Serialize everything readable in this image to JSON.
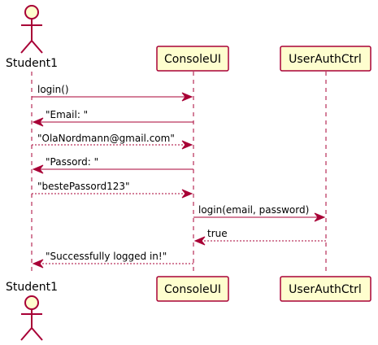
{
  "participants": {
    "student": "Student1",
    "console": "ConsoleUI",
    "auth": "UserAuthCtrl"
  },
  "messages": [
    {
      "text": "login()",
      "from": "student",
      "to": "console",
      "style": "solid"
    },
    {
      "text": "\"Email: \"",
      "from": "console",
      "to": "student",
      "style": "solid"
    },
    {
      "text": "\"OlaNordmann@gmail.com\"",
      "from": "student",
      "to": "console",
      "style": "dashed"
    },
    {
      "text": "\"Passord: \"",
      "from": "console",
      "to": "student",
      "style": "solid"
    },
    {
      "text": "\"bestePassord123\"",
      "from": "student",
      "to": "console",
      "style": "dashed"
    },
    {
      "text": "login(email, password)",
      "from": "console",
      "to": "auth",
      "style": "solid"
    },
    {
      "text": "true",
      "from": "auth",
      "to": "console",
      "style": "dashed"
    },
    {
      "text": "\"Successfully logged in!\"",
      "from": "console",
      "to": "student",
      "style": "dashed"
    }
  ],
  "colors": {
    "border": "#A80036",
    "fill": "#FEFECE"
  }
}
